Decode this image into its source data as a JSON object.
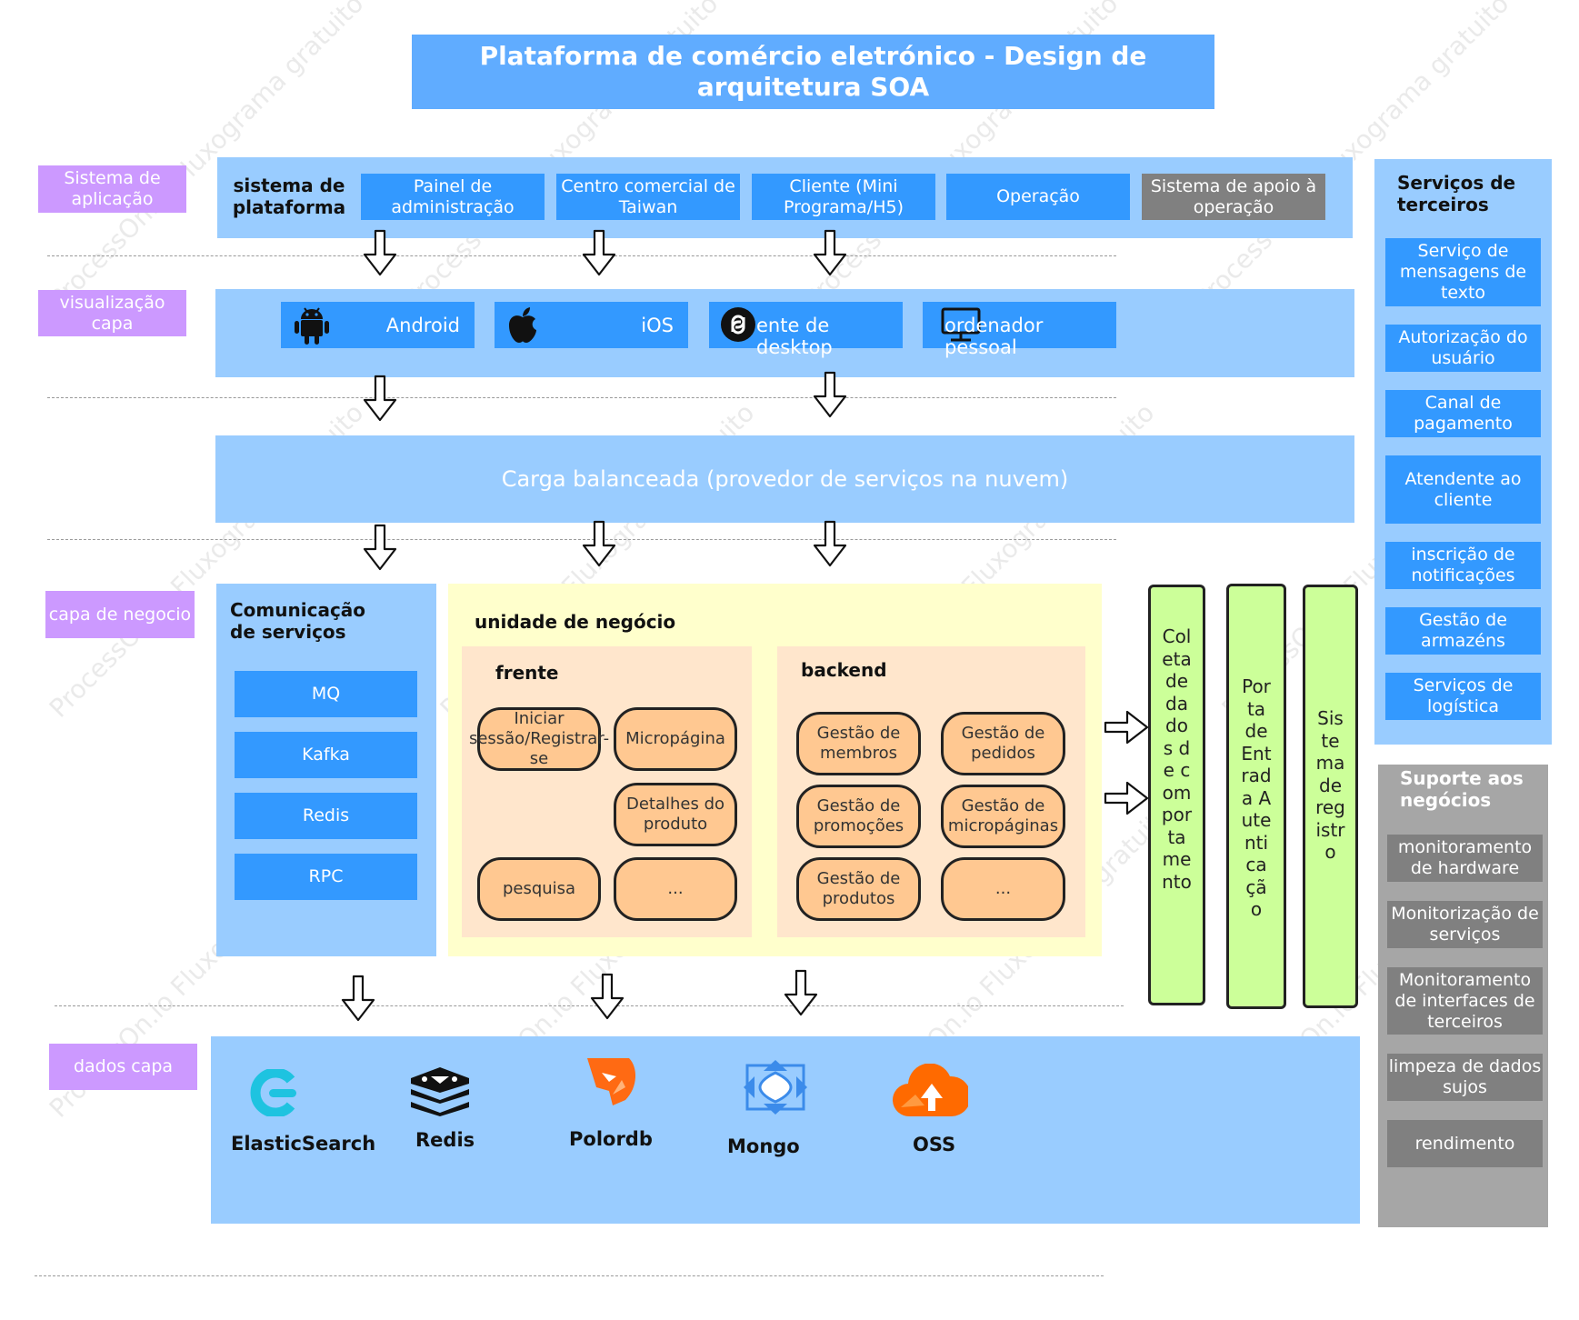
{
  "title": "Plataforma de comércio eletrónico - Design de arquitetura SOA",
  "layers": {
    "app": "Sistema de aplicação",
    "view": "visualização capa",
    "business": "capa de negocio",
    "data": "dados capa"
  },
  "platform": {
    "heading": "sistema de plataforma",
    "items": [
      "Painel de administração",
      "Centro comercial de Taiwan",
      "Cliente (Mini Programa/H5)",
      "Operação",
      "Sistema de apoio à operação"
    ]
  },
  "clients": [
    {
      "label": "Android",
      "icon": "android-icon"
    },
    {
      "label": "iOS",
      "icon": "apple-icon"
    },
    {
      "label": "ente de desktop",
      "icon": "desktop-client-icon"
    },
    {
      "label": "ordenador pessoal",
      "icon": "monitor-icon"
    }
  ],
  "load_balancer": "Carga balanceada (provedor de serviços na nuvem)",
  "comm": {
    "title": "Comunicação de serviços",
    "items": [
      "MQ",
      "Kafka",
      "Redis",
      "RPC"
    ]
  },
  "business_unit": {
    "title": "unidade de negócio",
    "front": {
      "title": "frente",
      "items": [
        "Iniciar sessão/Registrar-se",
        "Micropágina",
        "Detalhes do produto",
        "pesquisa",
        "..."
      ]
    },
    "back": {
      "title": "backend",
      "items": [
        "Gestão de membros",
        "Gestão de pedidos",
        "Gestão de promoções",
        "Gestão de micropáginas",
        "Gestão de produtos",
        "..."
      ]
    }
  },
  "vertical": [
    "Coleta de dados de comportamento",
    "Porta de Entrada Autenticação",
    "Sistema de registro"
  ],
  "third_party": {
    "title": "Serviços de terceiros",
    "items": [
      "Serviço de mensagens de texto",
      "Autorização do usuário",
      "Canal de pagamento",
      "Atendente ao cliente",
      "inscrição de notificações",
      "Gestão de armazéns",
      "Serviços de logística"
    ]
  },
  "support": {
    "title": "Suporte aos negócios",
    "items": [
      "monitoramento de hardware",
      "Monitorização de serviços",
      "Monitoramento de interfaces de terceiros",
      "limpeza de dados sujos",
      "rendimento"
    ]
  },
  "databases": [
    {
      "label": "ElasticSearch",
      "icon": "elasticsearch-icon",
      "color": "#1ec3e0"
    },
    {
      "label": "Redis",
      "icon": "redis-icon",
      "color": "#222222"
    },
    {
      "label": "Polordb",
      "icon": "polardb-icon",
      "color": "#ff6a13"
    },
    {
      "label": "Mongo",
      "icon": "mongo-icon",
      "color": "#3b8bea"
    },
    {
      "label": "OSS",
      "icon": "oss-icon",
      "color": "#ff6a00"
    }
  ],
  "watermark": "ProcessOn.io Fluxograma gratuito",
  "colors": {
    "accent": "#3399ff",
    "band": "#99ccff",
    "label": "#cc99ff",
    "business": "#ffffcc",
    "pill": "#ffc891",
    "bar": "#ccff99",
    "gray": "#808080"
  }
}
